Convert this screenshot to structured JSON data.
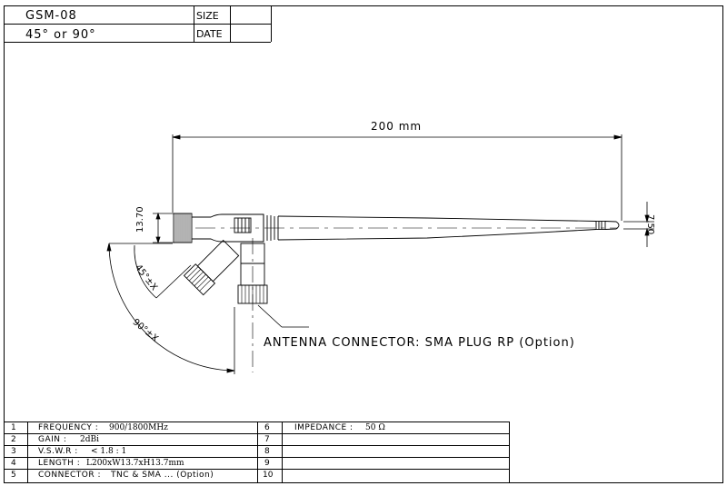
{
  "title_block": {
    "model": "GSM-08",
    "size_label": "SIZE",
    "angle": "45° or 90°",
    "date_label": "DATE"
  },
  "drawing": {
    "length_dim": "200 mm",
    "height_dim": "13.70",
    "tip_dim": "7.50",
    "angle_45": "45°±X",
    "angle_90": "90°±X",
    "connector_note": "ANTENNA CONNECTOR: SMA PLUG RP (Option)"
  },
  "specs": {
    "left": [
      {
        "no": "1",
        "label": "FREQUENCY :",
        "value": "900/1800MHz"
      },
      {
        "no": "2",
        "label": "GAIN :",
        "value": "2dBi"
      },
      {
        "no": "3",
        "label": "V.S.W.R :",
        "value": "< 1.8 : 1"
      },
      {
        "no": "4",
        "label": "LENGTH :",
        "value": "L200xW13.7xH13.7mm"
      },
      {
        "no": "5",
        "label": "CONNECTOR :",
        "value": "TNC & SMA ... (Option)"
      }
    ],
    "right": [
      {
        "no": "6",
        "label": "IMPEDANCE :",
        "value": "50 Ω"
      },
      {
        "no": "7",
        "label": "",
        "value": ""
      },
      {
        "no": "8",
        "label": "",
        "value": ""
      },
      {
        "no": "9",
        "label": "",
        "value": ""
      },
      {
        "no": "10",
        "label": "",
        "value": ""
      }
    ]
  }
}
